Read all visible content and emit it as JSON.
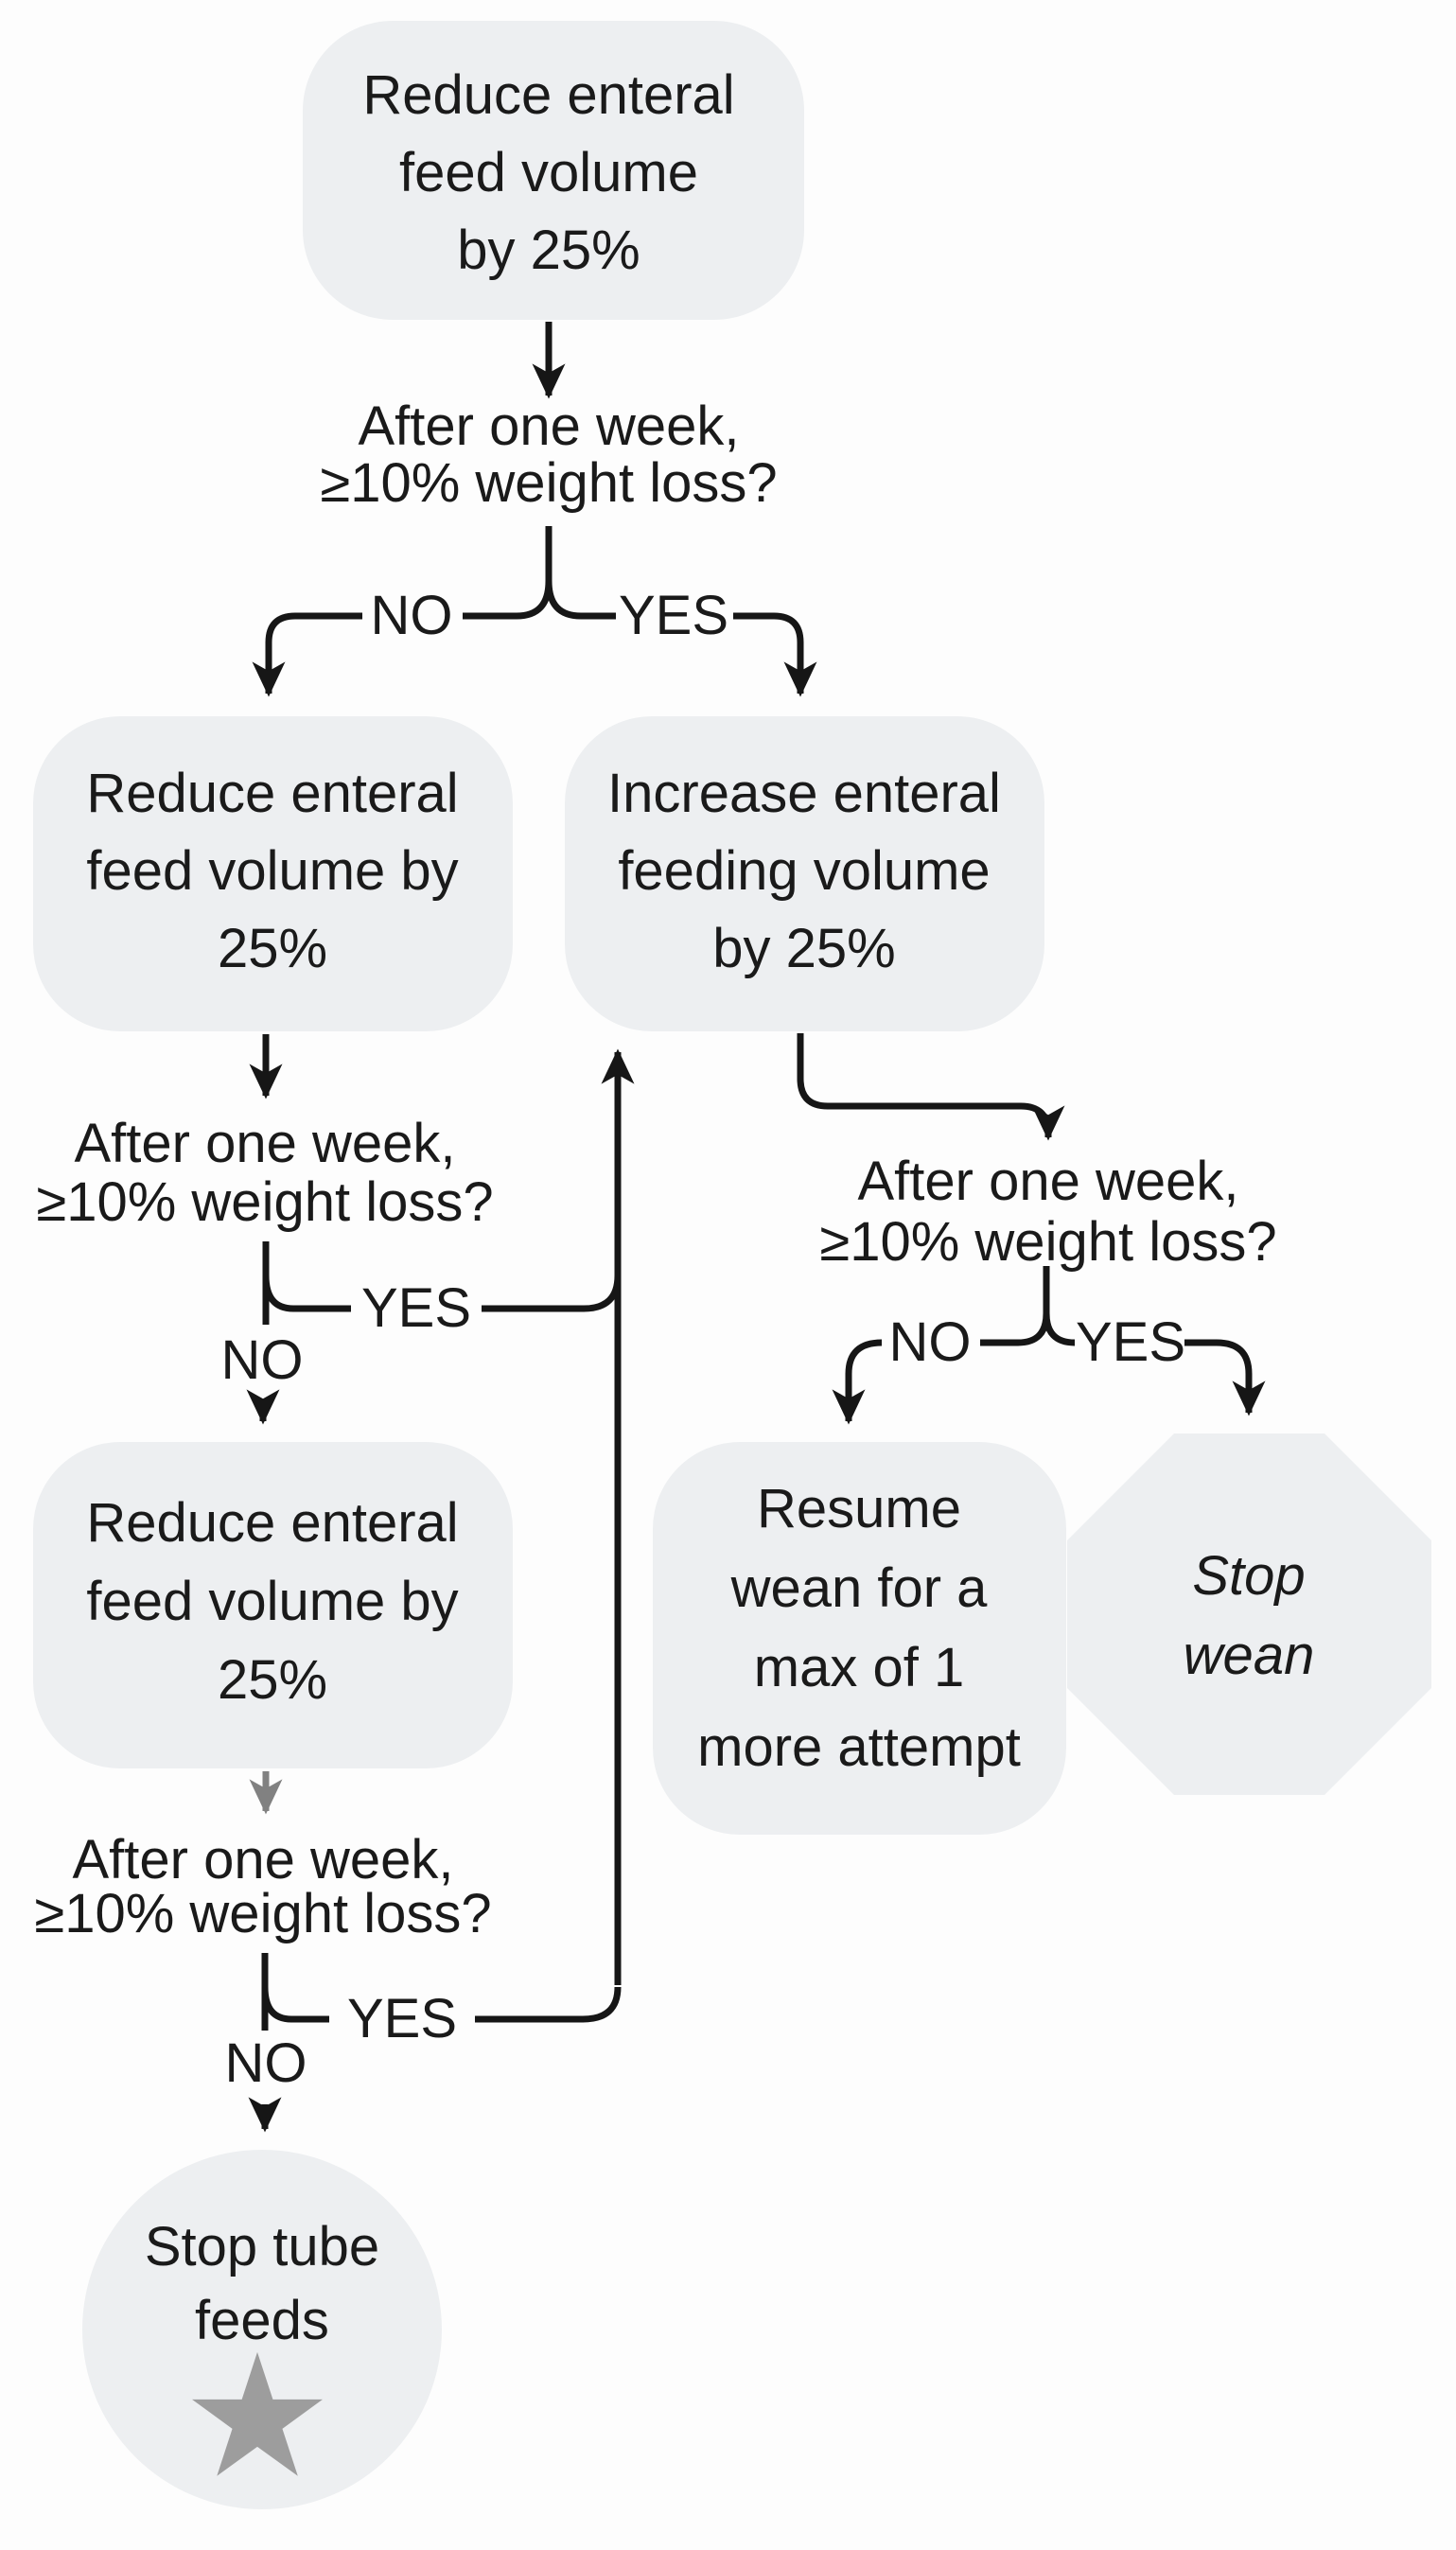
{
  "flowchart": {
    "colors": {
      "background": "#fdfdfd",
      "line": "#161616",
      "text": "#1a1a1a",
      "shape_fill": "#edeff1",
      "gray_line": "#818181",
      "star": "#9d9d9d"
    },
    "decision_labels": {
      "no": "NO",
      "yes": "YES"
    },
    "star_glyph": "★",
    "boxes": {
      "reduce_top": {
        "shape": "rounded-rect",
        "lines": [
          "Reduce enteral",
          "feed volume",
          "by 25%"
        ]
      },
      "reduce_left_1": {
        "shape": "rounded-rect",
        "lines": [
          "Reduce enteral",
          "feed volume by",
          "25%"
        ]
      },
      "increase_right": {
        "shape": "rounded-rect",
        "lines": [
          "Increase enteral",
          "feeding volume",
          "by 25%"
        ]
      },
      "reduce_left_2": {
        "shape": "rounded-rect",
        "lines": [
          "Reduce enteral",
          "feed volume by",
          "25%"
        ]
      },
      "resume_wean": {
        "shape": "rounded-rect",
        "lines": [
          "Resume",
          "wean for a",
          "max of 1",
          "more attempt"
        ]
      },
      "stop_wean": {
        "shape": "octagon",
        "lines": [
          "Stop",
          "wean"
        ]
      },
      "stop_tube_feeds": {
        "shape": "circle",
        "lines": [
          "Stop tube",
          "feeds"
        ]
      }
    },
    "questions": {
      "q1": {
        "lines": [
          "After one week,",
          "≥10% weight loss?"
        ]
      },
      "q2": {
        "lines": [
          "After one week,",
          "≥10% weight loss?"
        ]
      },
      "q3": {
        "lines": [
          "After one week,",
          "≥10% weight loss?"
        ]
      },
      "q4": {
        "lines": [
          "After one week,",
          "≥10% weight loss?"
        ]
      }
    }
  }
}
